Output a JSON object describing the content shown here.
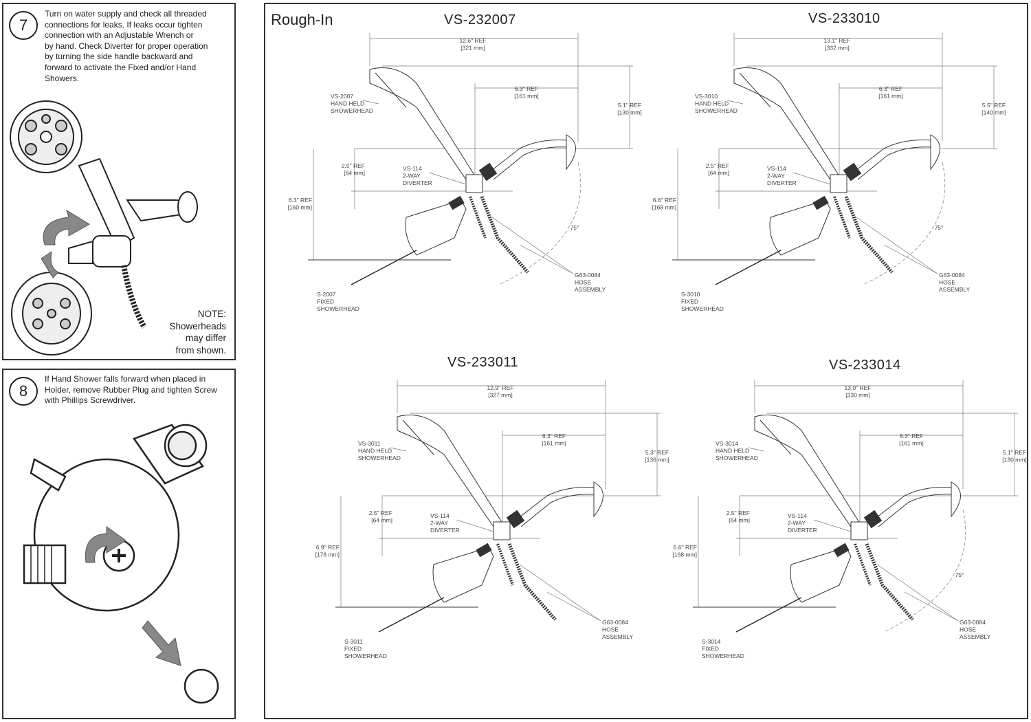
{
  "step7": {
    "number": "7",
    "lines": [
      "Turn on water supply and check all threaded",
      "connections for leaks. If leaks occur tighten",
      "connection with an Adjustable Wrench or",
      "by hand. Check Diverter for proper operation",
      "by turning the side handle backward and",
      "forward to activate the Fixed and/or Hand",
      "Showers."
    ],
    "note": [
      "NOTE:",
      "Showerheads",
      "may differ",
      "from shown."
    ]
  },
  "step8": {
    "number": "8",
    "lines": [
      "If Hand Shower falls forward when placed in",
      "Holder, remove Rubber Plug and tighten Screw",
      "with Phillips Screwdriver."
    ]
  },
  "rough_in": {
    "title": "Rough-In",
    "diagrams": [
      {
        "model": "VS-232007",
        "width_ref": [
          "12.6\" REF",
          "[321 mm]"
        ],
        "arm_ref": [
          "6.3\" REF",
          "[161 mm]"
        ],
        "height_ref": [
          "5.1\" REF",
          "[130 mm]"
        ],
        "drop_ref": [
          "2.5\" REF",
          "[64 mm]"
        ],
        "total_ref": [
          "6.3\" REF",
          "[160 mm]"
        ],
        "angle": "75°",
        "hand_held": [
          "VS-2007",
          "HAND HELD",
          "SHOWERHEAD"
        ],
        "diverter": [
          "VS-114",
          "2-WAY",
          "DIVERTER"
        ],
        "fixed": [
          "S-2007",
          "FIXED",
          "SHOWERHEAD"
        ],
        "hose": [
          "G63-0084",
          "HOSE",
          "ASSEMBLY"
        ]
      },
      {
        "model": "VS-233010",
        "width_ref": [
          "13.1\" REF",
          "[332 mm]"
        ],
        "arm_ref": [
          "6.3\" REF",
          "[161 mm]"
        ],
        "height_ref": [
          "5.5\" REF",
          "[140 mm]"
        ],
        "drop_ref": [
          "2.5\" REF",
          "[64 mm]"
        ],
        "total_ref": [
          "6.6\" REF",
          "[168 mm]"
        ],
        "angle": "75°",
        "hand_held": [
          "VS-3010",
          "HAND HELD",
          "SHOWERHEAD"
        ],
        "diverter": [
          "VS-114",
          "2-WAY",
          "DIVERTER"
        ],
        "fixed": [
          "S-3010",
          "FIXED",
          "SHOWERHEAD"
        ],
        "hose": [
          "G63-0084",
          "HOSE",
          "ASSEMBLY"
        ]
      },
      {
        "model": "VS-233011",
        "width_ref": [
          "12.9\" REF",
          "[327 mm]"
        ],
        "arm_ref": [
          "6.3\" REF",
          "[161 mm]"
        ],
        "height_ref": [
          "5.3\" REF",
          "[136 mm]"
        ],
        "drop_ref": [
          "2.5\" REF",
          "[64 mm]"
        ],
        "total_ref": [
          "6.9\" REF",
          "[176 mm]"
        ],
        "angle": "",
        "hand_held": [
          "VS-3011",
          "HAND HELD",
          "SHOWERHEAD"
        ],
        "diverter": [
          "VS-114",
          "2-WAY",
          "DIVERTER"
        ],
        "fixed": [
          "S-3011",
          "FIXED",
          "SHOWERHEAD"
        ],
        "hose": [
          "G63-0084",
          "HOSE",
          "ASSEMBLY"
        ]
      },
      {
        "model": "VS-233014",
        "width_ref": [
          "13.0\" REF",
          "[330 mm]"
        ],
        "arm_ref": [
          "6.3\" REF",
          "[161 mm]"
        ],
        "height_ref": [
          "5.1\" REF",
          "[130 mm]"
        ],
        "drop_ref": [
          "2.5\" REF",
          "[64 mm]"
        ],
        "total_ref": [
          "6.6\" REF",
          "[168 mm]"
        ],
        "angle": "75°",
        "hand_held": [
          "VS-3014",
          "HAND HELD",
          "SHOWERHEAD"
        ],
        "diverter": [
          "VS-114",
          "2-WAY",
          "DIVERTER"
        ],
        "fixed": [
          "S-3014",
          "FIXED",
          "SHOWERHEAD"
        ],
        "hose": [
          "G63-0084",
          "HOSE",
          "ASSEMBLY"
        ]
      }
    ]
  }
}
